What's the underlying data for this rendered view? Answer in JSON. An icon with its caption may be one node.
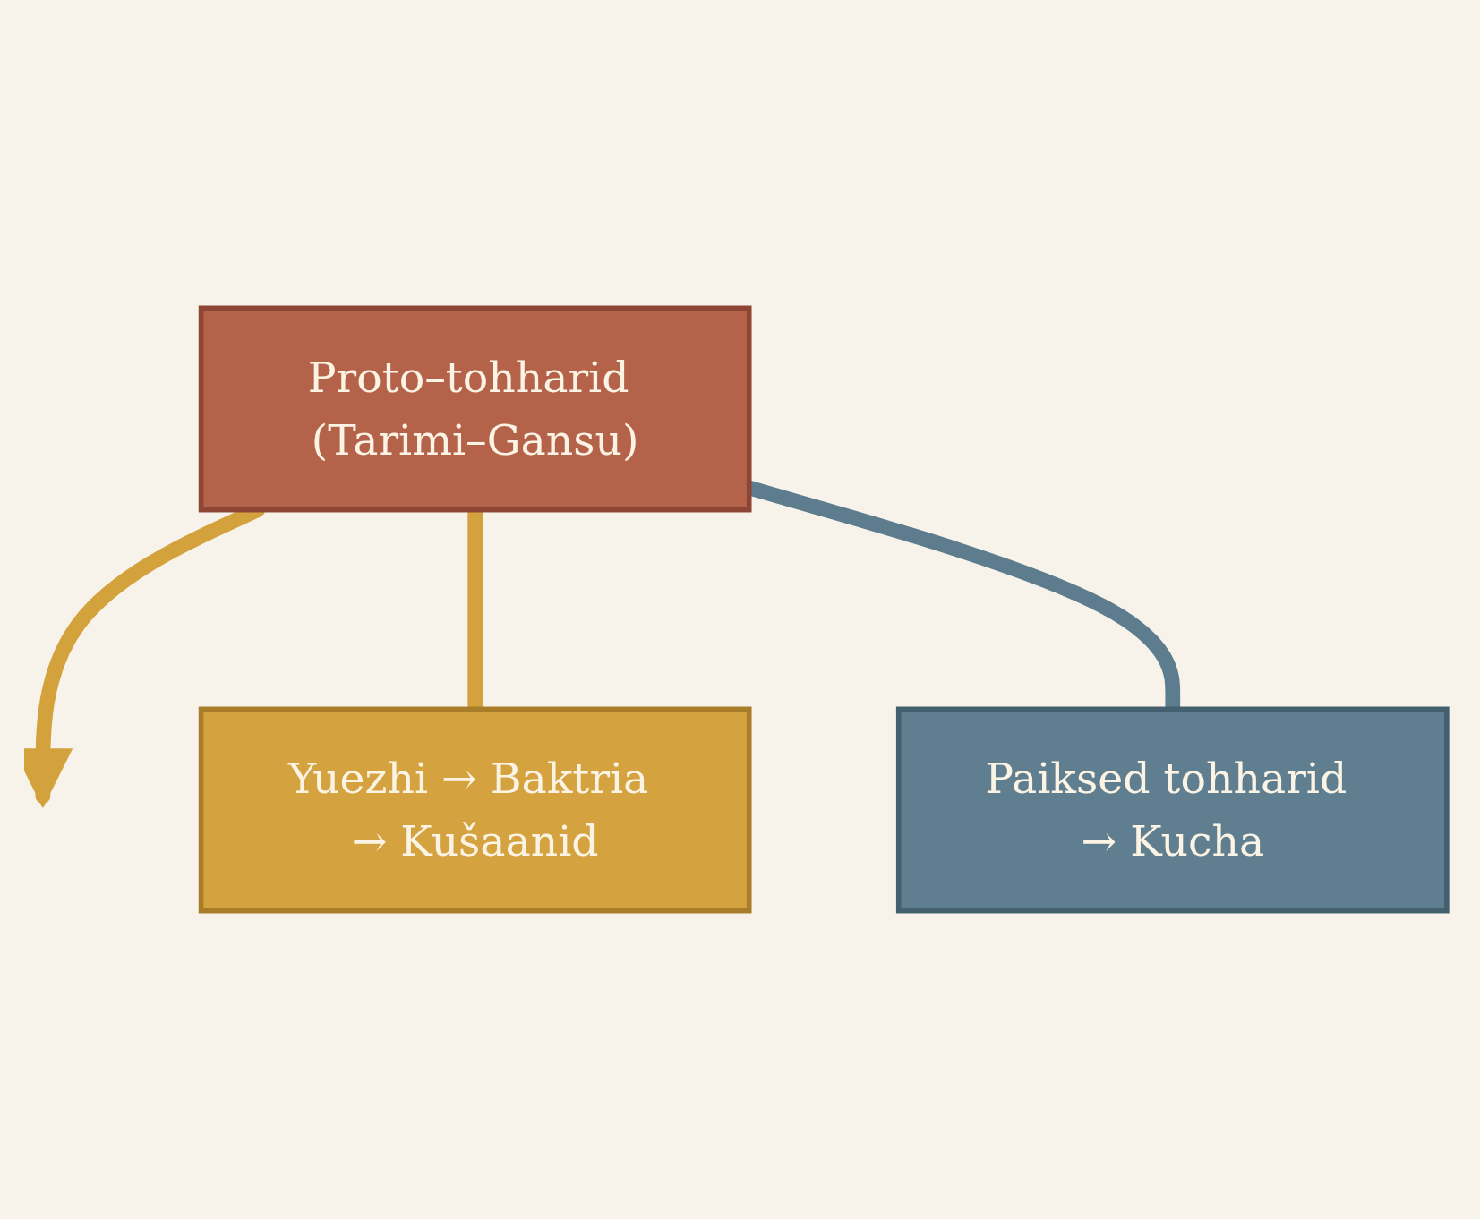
{
  "diagram": {
    "nodes": [
      {
        "text": [
          "Proto–tohharid (Tarimi–Gansu)"
        ]
      },
      {
        "text": [
          "Yuezhi → Baktria → Kušaanid"
        ]
      },
      {
        "text": [
          "Paiksed tohharid → Kucha"
        ]
      }
    ],
    "edges": [
      {
        "from": 0,
        "to": null,
        "arrow": "to",
        "color": "#d3a23c"
      },
      {
        "from": 0,
        "to": 1,
        "arrow": "none",
        "color": "#d3a23c"
      },
      {
        "from": 0,
        "to": 2,
        "arrow": "none",
        "color": "#5d7d8e"
      }
    ]
  }
}
